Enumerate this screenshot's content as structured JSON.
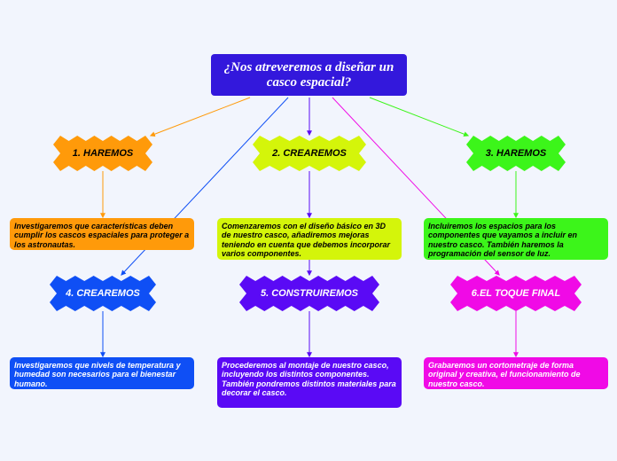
{
  "root": {
    "title": "¿Nos atreveremos a diseñar un casco espacial?"
  },
  "stars": {
    "s1": {
      "label": "1. HAREMOS",
      "color": "#ff9a0a",
      "text_color": "#000000"
    },
    "s2": {
      "label": "2. CREAREMOS",
      "color": "#d4f50a",
      "text_color": "#000000"
    },
    "s3": {
      "label": "3. HAREMOS",
      "color": "#3cf51a",
      "text_color": "#000000"
    },
    "s4": {
      "label": "4. CREAREMOS",
      "color": "#0f4ff5",
      "text_color": "#ffffff"
    },
    "s5": {
      "label": "5. CONSTRUIREMOS",
      "color": "#5a0af5",
      "text_color": "#ffffff"
    },
    "s6": {
      "label": "6.EL TOQUE FINAL",
      "color": "#f00ae6",
      "text_color": "#ffffff"
    }
  },
  "boxes": {
    "b1": {
      "text": "Investigaremos que características deben cumplir los cascos espaciales para proteger a los astronautas.",
      "color": "#ff9a0a",
      "text_color": "#000000"
    },
    "b2": {
      "text": "Comenzaremos con el diseño básico en 3D de nuestro casco, añadiremos mejoras teniendo en cuenta que debemos incorporar varios componentes.",
      "color": "#d4f50a",
      "text_color": "#000000"
    },
    "b3": {
      "text": "Incluiremos los espacios para los componentes que vayamos a incluir en nuestro casco. También haremos la programación del sensor de luz.",
      "color": "#3cf51a",
      "text_color": "#000000"
    },
    "b4": {
      "text": "Investigaremos que nivels de temperatura y humedad son necesarios para el bienestar humano.",
      "color": "#0f4ff5",
      "text_color": "#ffffff"
    },
    "b5": {
      "text": "Procederemos al montaje de nuestro casco, incluyendo los distintos componentes. También pondremos distintos materiales para decorar el casco.",
      "color": "#5a0af5",
      "text_color": "#ffffff"
    },
    "b6": {
      "text": "Grabaremos un cortometraje de forma original y creativa, el funcionamiento de nuestro casco.",
      "color": "#f00ae6",
      "text_color": "#ffffff"
    }
  },
  "colors": {
    "root": "#3318dc",
    "background": "#f2f5fd"
  }
}
